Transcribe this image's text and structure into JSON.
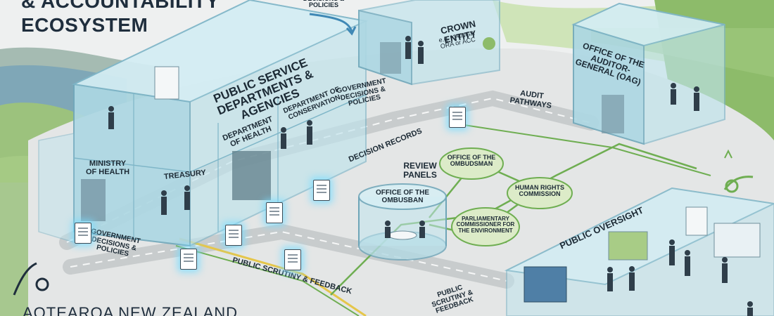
{
  "title": {
    "line1": "& ACCOUNTABILITY",
    "line2": "ECOSYSTEM"
  },
  "footer": "AOTEAROA NEW ZEALAND",
  "public_service": {
    "heading": "PUBLIC SERVICE DEPARTMENTS & AGENCIES",
    "ministry_of_health": "MINISTRY OF HEALTH",
    "treasury": "TREASURY",
    "department_of_health": "DEPARTMENT OF HEALTH",
    "department_of_conservation": "DEPARTMENT OF CONSERVATION"
  },
  "crown_entity": {
    "heading": "CROWN ENTITY",
    "subtext": "e.g. KAINGA ORA or ACC"
  },
  "oag": {
    "heading": "OFFICE OF THE AUDITOR-GENERAL (OAG)"
  },
  "flows": {
    "decisions_top": "DECISIONS & POLICIES",
    "gov_decisions_mid": "GOVERNMENT DECISIONS & POLICIES",
    "audit_pathways": "AUDIT PATHWAYS",
    "decision_records": "DECISION RECORDS",
    "gov_decisions_bottom": "GOVERNMENT DECISIONS & POLICIES",
    "public_scrutiny_left": "PUBLIC SCRUTINY & FEEDBACK",
    "public_scrutiny_right": "PUBLIC SCRUTINY & FEEDBACK"
  },
  "review_panels": {
    "heading": "REVIEW PANELS",
    "cylinder": "OFFICE OF THE OMBUSBAN",
    "nodes": [
      "OFFICE OF THE OMBUDSMAN",
      "HUMAN RIGHTS COMMISSION",
      "PARLIAMENTARY COMMISSIONER FOR THE ENVIRONMENT"
    ]
  },
  "public_oversight": {
    "heading": "PUBLIC OVERSIGHT"
  },
  "colors": {
    "glass": "#bfe3ec",
    "glass_edge": "#7fb6c8",
    "road": "#c8cccd",
    "green_line": "#6fae52",
    "yellow_line": "#e5c64a",
    "hills": "#8dbb6a",
    "sea": "#7fa7b7",
    "doc_glow": "#7fdcff"
  }
}
